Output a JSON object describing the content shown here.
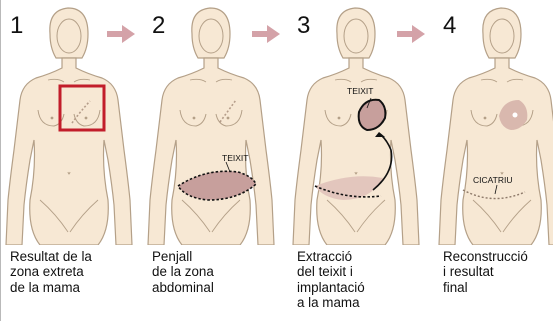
{
  "steps": [
    {
      "number": "1",
      "caption_lines": [
        "Resultat de la",
        "zona extreta",
        "de la mama"
      ]
    },
    {
      "number": "2",
      "caption_lines": [
        "Penjall",
        "de la zona",
        "abdominal"
      ],
      "label": "TEIXIT"
    },
    {
      "number": "3",
      "caption_lines": [
        "Extracció",
        "del teixit i",
        "implantació",
        "a la mama"
      ],
      "label": "TEIXIT"
    },
    {
      "number": "4",
      "caption_lines": [
        "Reconstrucció",
        "i resultat",
        "final"
      ],
      "label": "CICATRIU"
    }
  ],
  "colors": {
    "skin": "#f7e8d4",
    "outline": "#b4a088",
    "arrow": "#d4a2a8",
    "highlight_box": "#c21d2a",
    "tissue": "#c79f9c"
  }
}
